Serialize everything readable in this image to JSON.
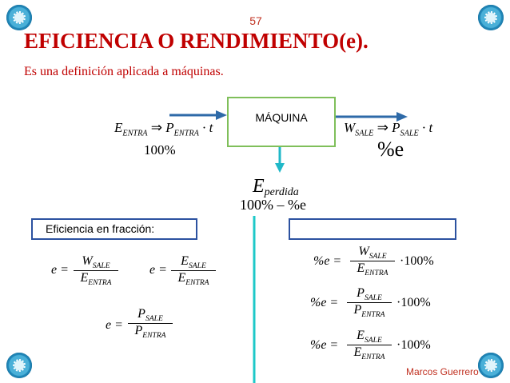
{
  "slide": {
    "page_number": "57",
    "title": "EFICIENCIA O RENDIMIENTO(e).",
    "subtitle": "Es una definición aplicada a máquinas.",
    "author": "Marcos Guerrero"
  },
  "diagram": {
    "machine_label": "MÁQUINA",
    "input": {
      "E": "E",
      "sub": "ENTRA",
      "arrow": "⇒",
      "P": "P",
      "dot_t": "· t",
      "percent": "100%"
    },
    "output": {
      "W": "W",
      "sub": "SALE",
      "arrow": "⇒",
      "P": "P",
      "dot_t": "· t",
      "percent": "%e"
    },
    "loss": {
      "E": "E",
      "sub": "perdida",
      "expr": "100% – %e"
    }
  },
  "fraction_section": {
    "label": "Eficiencia en fracción:",
    "f1": {
      "lhs": "e =",
      "num": "W",
      "num_sub": "SALE",
      "den": "E",
      "den_sub": "ENTRA"
    },
    "f2": {
      "lhs": "e =",
      "num": "E",
      "num_sub": "SALE",
      "den": "E",
      "den_sub": "ENTRA"
    },
    "f3": {
      "lhs": "e =",
      "num": "P",
      "num_sub": "SALE",
      "den": "P",
      "den_sub": "ENTRA"
    }
  },
  "percent_section": {
    "label": "",
    "p1": {
      "lhs": "%e =",
      "num": "W",
      "num_sub": "SALE",
      "den": "E",
      "den_sub": "ENTRA",
      "rhs": "·100%"
    },
    "p2": {
      "lhs": "%e =",
      "num": "P",
      "num_sub": "SALE",
      "den": "P",
      "den_sub": "ENTRA",
      "rhs": "·100%"
    },
    "p3": {
      "lhs": "%e =",
      "num": "E",
      "num_sub": "SALE",
      "den": "E",
      "den_sub": "ENTRA",
      "rhs": "·100%"
    }
  },
  "colors": {
    "title": "#c00000",
    "accent_line": "#1ec8c8",
    "arrow": "#2e6aa8",
    "box_border": "#7fbf5a",
    "label_border": "#2c52a0"
  }
}
